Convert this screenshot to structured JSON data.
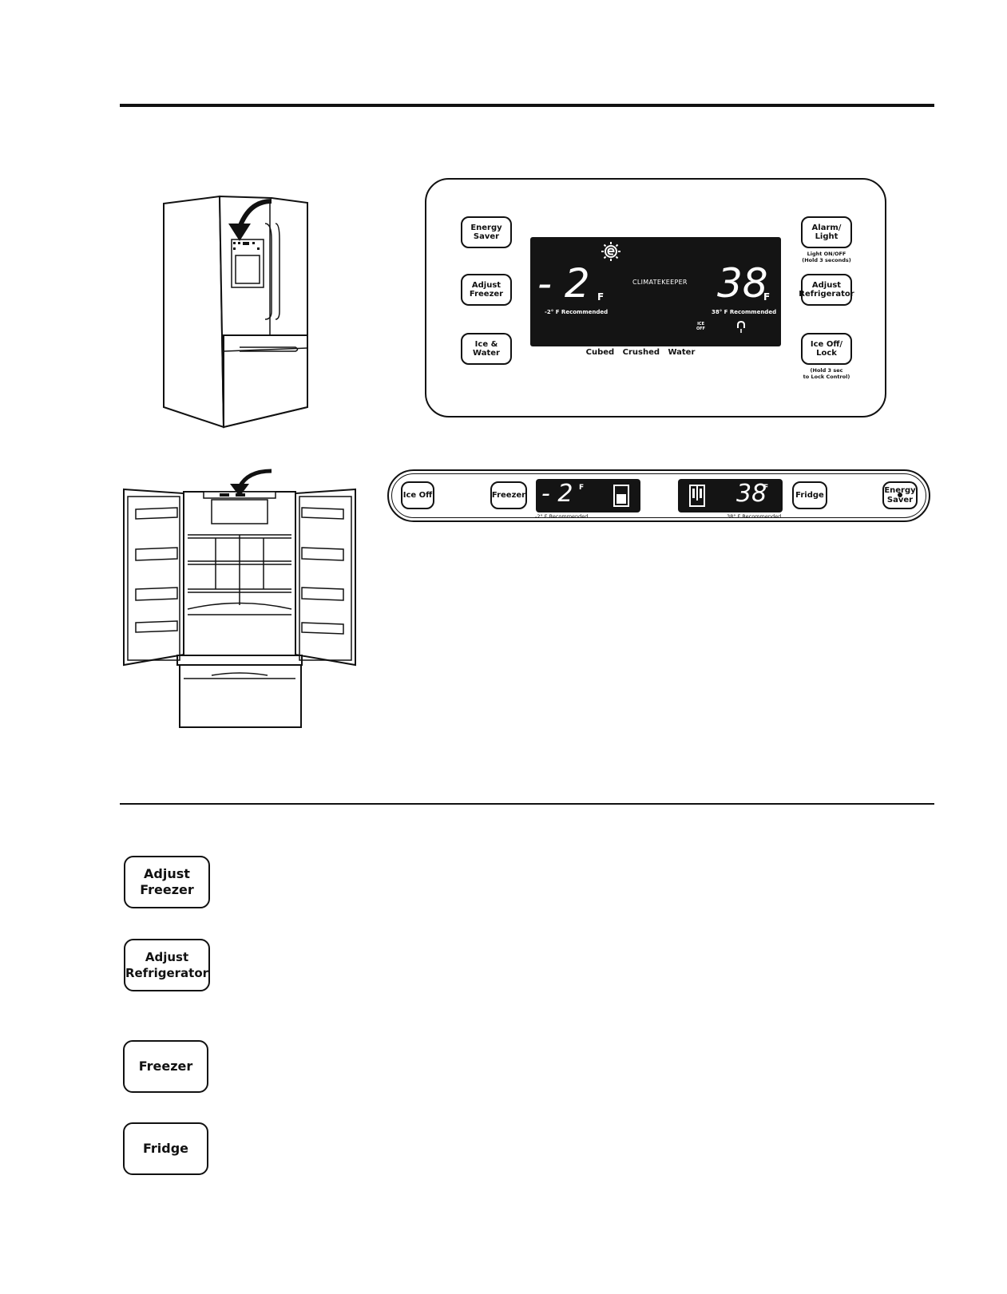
{
  "panel1": {
    "energy_saver": "Energy\nSaver",
    "adjust_freezer": "Adjust\nFreezer",
    "ice_water": "Ice &\nWater",
    "alarm_light": "Alarm/\nLight",
    "alarm_note": "Light ON/OFF\n(Hold 3 seconds)",
    "adjust_refrigerator": "Adjust\nRefrigerator",
    "ice_off_lock": "Ice Off/\nLock",
    "lock_note": "(Hold 3 sec\nto Lock Control)",
    "freezer_temp": "- 2",
    "freezer_unit": "F",
    "freezer_rec": "-2° F Recommended",
    "brand": "CLIMATEKEEPER",
    "fridge_temp": "38",
    "fridge_unit": "F",
    "fridge_rec": "38° F Recommended",
    "ice_off_indicator": "ICE\nOFF",
    "dispense_modes": "Cubed   Crushed   Water"
  },
  "panel2": {
    "ice_off": "Ice Off",
    "freezer": "Freezer",
    "freezer_temp": "- 2",
    "freezer_unit": "F",
    "freezer_rec": "-2° F Recommended",
    "fridge_temp": "38",
    "fridge_unit": "F",
    "fridge_rec": "38° F Recommended",
    "fridge": "Fridge",
    "energy_saver": "Energy\nSaver"
  },
  "legend": {
    "adjust_freezer": "Adjust\nFreezer",
    "adjust_refrigerator": "Adjust\nRefrigerator",
    "freezer": "Freezer",
    "fridge": "Fridge"
  }
}
